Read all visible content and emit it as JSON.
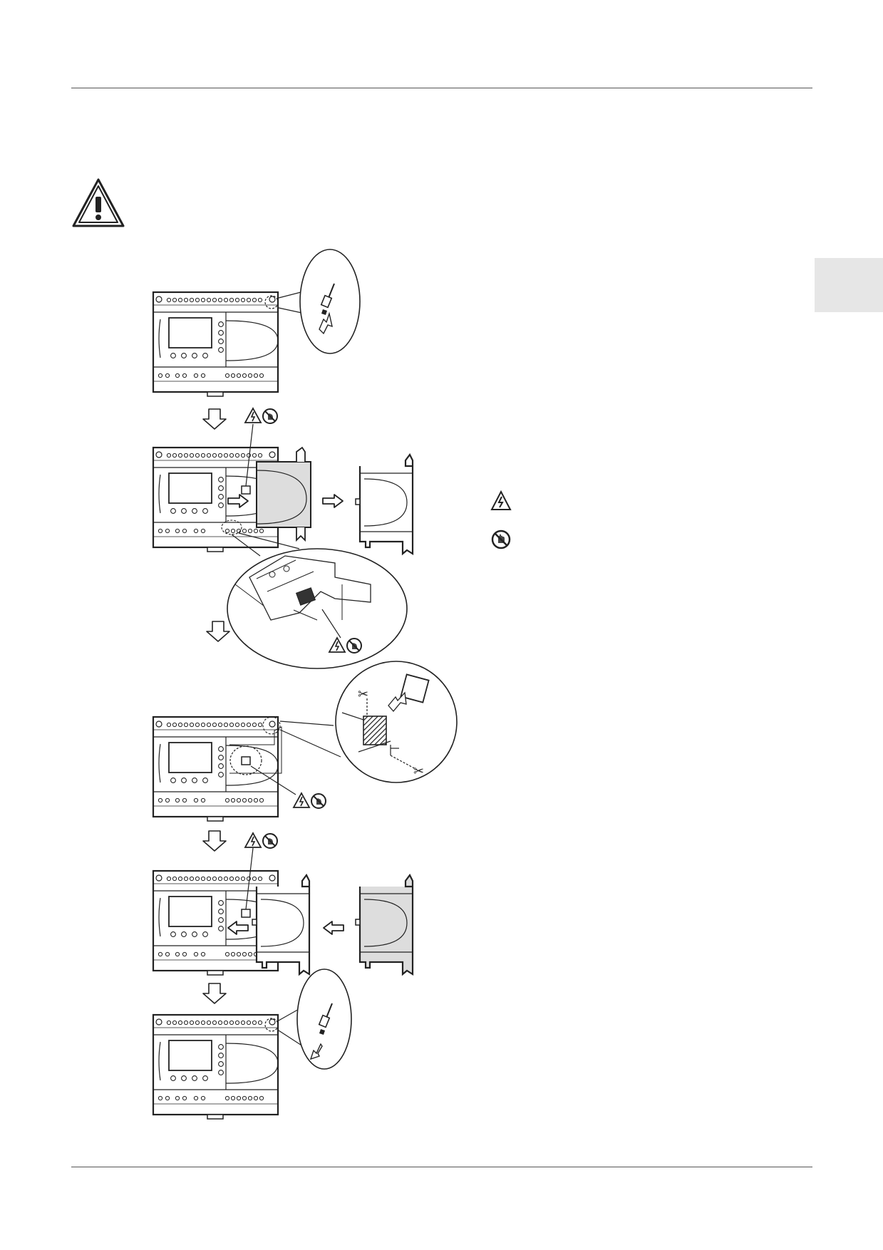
{
  "page": {
    "side_tab_label": "",
    "main_warning_icon": "warning-exclamation-icon",
    "legend": [
      {
        "icon": "electric-shock-warning-icon"
      },
      {
        "icon": "do-not-touch-icon"
      }
    ],
    "steps": [
      {
        "id": 1,
        "icon": "screwdriver-unscrew-icon"
      },
      {
        "id": 2,
        "icon": "remove-cover-icon"
      },
      {
        "id": 3,
        "icon": "cut-knockout-icon"
      },
      {
        "id": 4,
        "icon": "attach-module-icon"
      },
      {
        "id": 5,
        "icon": "screwdriver-tighten-icon"
      }
    ]
  }
}
